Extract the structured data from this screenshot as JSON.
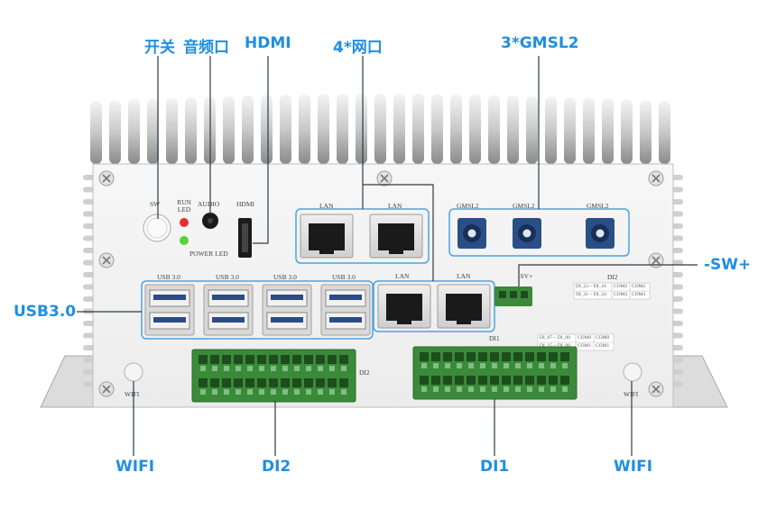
{
  "callouts": {
    "switch": "开关",
    "audio": "音频口",
    "hdmi": "HDMI",
    "lan": "4*网口",
    "gmsl": "3*GMSL2",
    "sw": "-SW+",
    "usb": "USB3.0",
    "wifi_left": "WIFI",
    "di2": "DI2",
    "di1": "DI1",
    "wifi_right": "WIFI"
  },
  "panel": {
    "sw": "SW",
    "run_led": "RUN LED",
    "audio": "AUDIO",
    "power_led": "POWER LED",
    "hdmi": "HDMI",
    "lan_1": "LAN",
    "lan_2": "LAN",
    "lan_3": "LAN",
    "lan_4": "LAN",
    "gmsl_1": "GMSL2",
    "gmsl_2": "GMSL2",
    "gmsl_3": "GMSL2",
    "sv": "-SV+",
    "usb_1": "USB 3.0",
    "usb_2": "USB 3.0",
    "usb_3": "USB 3.0",
    "usb_4": "USB 3.0",
    "di2": "DI2",
    "di1": "DI1",
    "wifi_left": "WIFI",
    "wifi_right": "WIFI",
    "di2_table": [
      [
        "DI_23 ~ DI_16",
        "COM2",
        "COM2"
      ],
      [
        "DI_31 ~ DI_24",
        "COM3",
        "COM3"
      ]
    ],
    "di1_table": [
      [
        "DI_07 ~ DI_00",
        "COM0",
        "COM0"
      ],
      [
        "DI_15 ~ DI_08",
        "COM1",
        "COM1"
      ]
    ]
  },
  "colors": {
    "accent": "#1f8fe0",
    "terminal_green": "#3a8a3a",
    "gmsl_blue": "#2a4f86",
    "led_red": "#e53030",
    "led_green": "#5ad13a"
  }
}
